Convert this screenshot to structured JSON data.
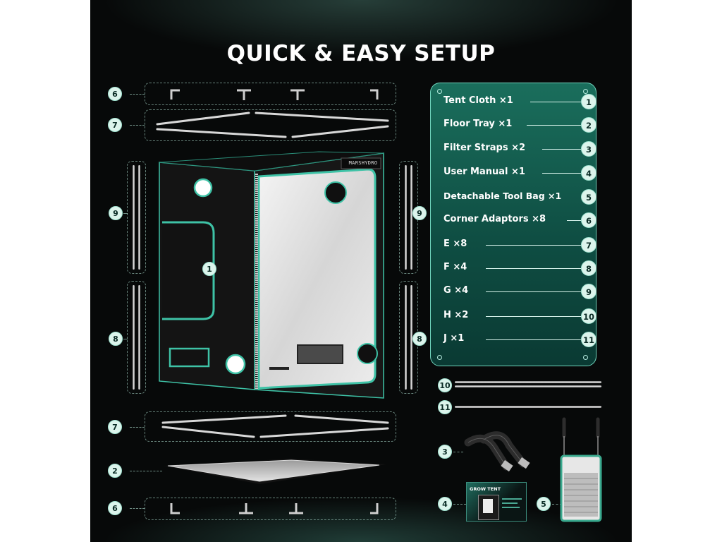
{
  "page": {
    "title": "QUICK & EASY SETUP"
  },
  "brand": {
    "logo_text": "MARSHYDRO"
  },
  "colors": {
    "background": "#070909",
    "accent": "#1a6e5c",
    "accent_border": "#6fd4bc",
    "badge": "#dcf4ec"
  },
  "parts_list": [
    {
      "label": "Tent Cloth  ×1",
      "number": "1"
    },
    {
      "label": "Floor Tray  ×1",
      "number": "2"
    },
    {
      "label": "Filter Straps  ×2",
      "number": "3"
    },
    {
      "label": "User Manual  ×1",
      "number": "4"
    },
    {
      "label": "Detachable Tool Bag ×1",
      "number": "5"
    },
    {
      "label": "Corner Adaptors  ×8",
      "number": "6"
    },
    {
      "label": "E  ×8",
      "number": "7"
    },
    {
      "label": "F  ×4",
      "number": "8"
    },
    {
      "label": "G  ×4",
      "number": "9"
    },
    {
      "label": "H  ×2",
      "number": "10"
    },
    {
      "label": "J  ×1",
      "number": "11"
    }
  ],
  "callouts": {
    "corner_top": "6",
    "poles_top": "7",
    "poles_left_upper": "9",
    "poles_right_upper": "9",
    "tent_cloth": "1",
    "poles_left_lower": "8",
    "poles_right_lower": "8",
    "poles_bottom": "7",
    "floor_tray": "2",
    "corner_bottom": "6",
    "pole_h": "10",
    "pole_j": "11",
    "filter_straps": "3",
    "user_manual": "4",
    "tool_bag": "5"
  },
  "manual": {
    "title": "GROW TENT"
  },
  "icons": {
    "corner_adaptor": "corner-adaptor-icon",
    "pole": "support-pole-icon",
    "tent": "grow-tent-illustration",
    "tray": "floor-tray-illustration",
    "straps": "filter-straps-illustration",
    "manual": "user-manual-illustration",
    "bag": "tool-bag-illustration"
  }
}
